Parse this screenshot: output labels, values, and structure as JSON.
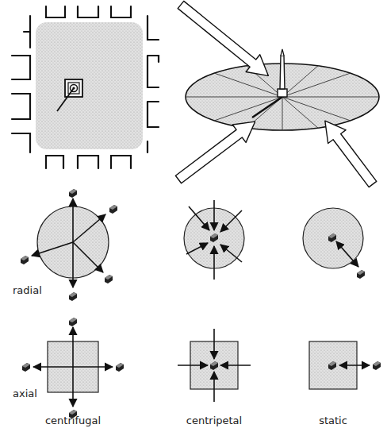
{
  "diagram": {
    "labels": [
      "radial",
      "axial",
      "centrifugal",
      "centripetal",
      "static"
    ]
  }
}
